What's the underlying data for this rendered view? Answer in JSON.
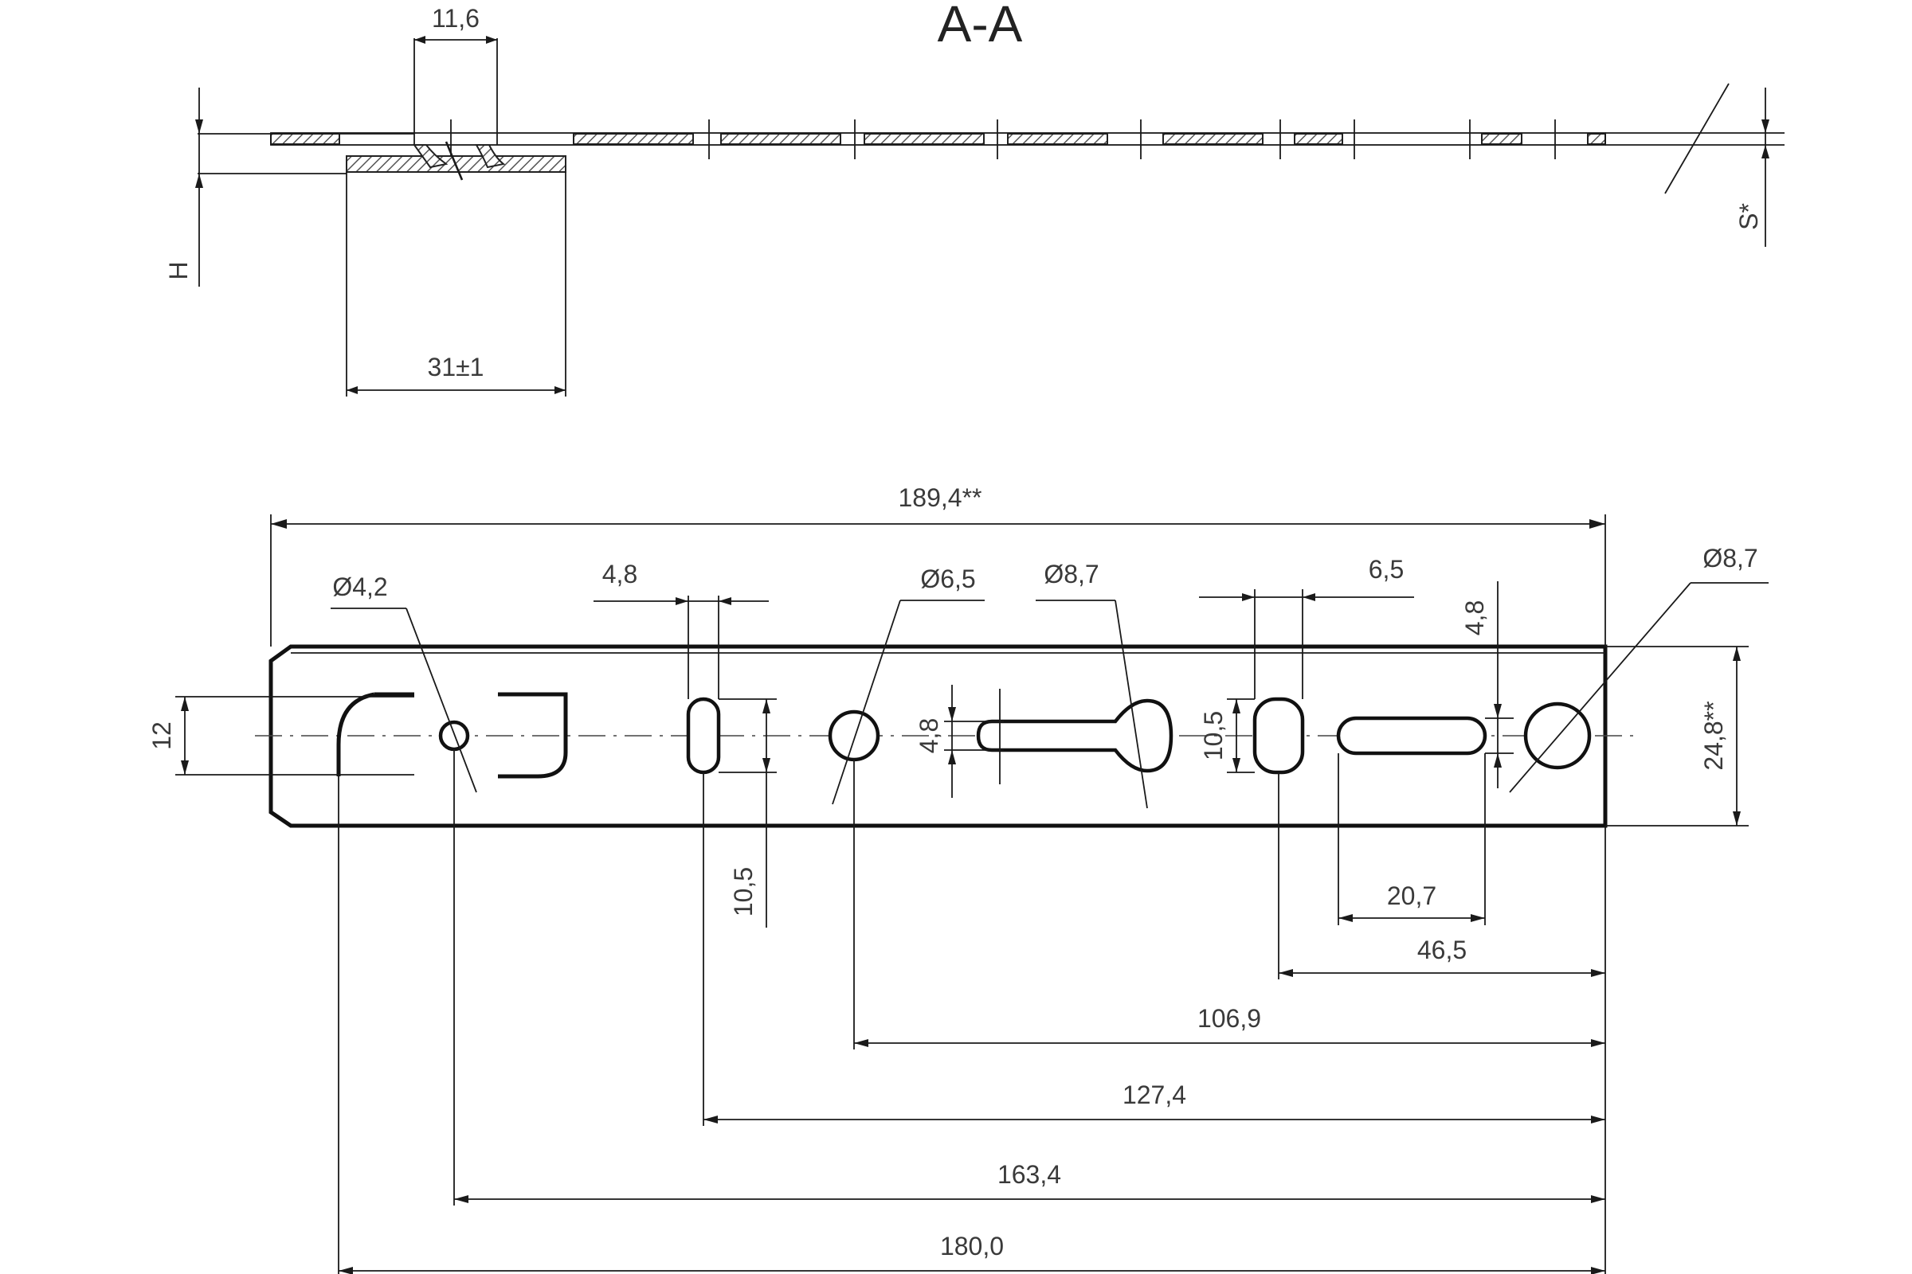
{
  "section": {
    "title": "A-A",
    "dims": {
      "width_top": "11,6",
      "width_bottom": "31±1",
      "height": "H",
      "thickness": "S*"
    }
  },
  "plan": {
    "dims": {
      "overall_length": "189,4**",
      "overall_width": "24,8**",
      "end_slot_height": "12",
      "hole_d1": "Ø4,2",
      "slot1_width": "4,8",
      "slot1_length": "10,5",
      "hole_d2": "Ø6,5",
      "keyhole_d": "Ø8,7",
      "keyhole_slot": "4,8",
      "slot2_width": "6,5",
      "slot2_length": "10,5",
      "long_slot_width": "4,8",
      "hole_d3": "Ø8,7",
      "long_slot_length": "20,7",
      "chain_46": "46,5",
      "chain_106": "106,9",
      "chain_127": "127,4",
      "chain_163": "163,4",
      "chain_180": "180,0"
    }
  }
}
